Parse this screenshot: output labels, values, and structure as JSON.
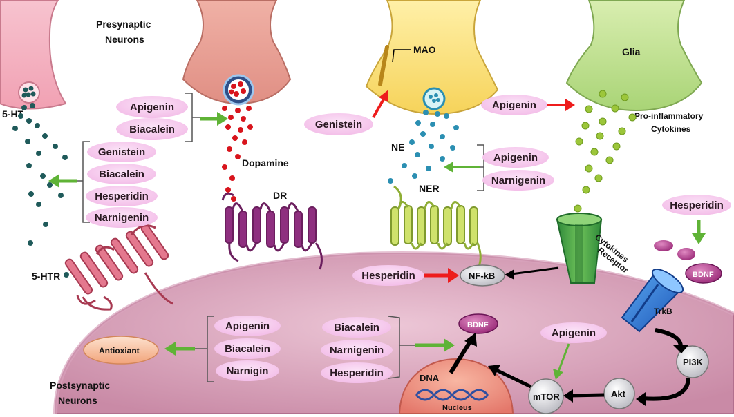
{
  "labels": {
    "presynaptic_1": "Presynaptic",
    "presynaptic_2": "Neurons",
    "glia": "Glia",
    "mao": "MAO",
    "cytokines_1": "Pro-inflammatory",
    "cytokines_2": "Cytokines",
    "ht5": "5-HT",
    "dopamine": "Dopamine",
    "ne": "NE",
    "ner": "NER",
    "dr": "DR",
    "ht5r": "5-HTR",
    "cyto_receptor_1": "Cytokines",
    "cyto_receptor_2": "Receptor",
    "trkb": "TrkB",
    "nfkb": "NF-kB",
    "bdnf_top": "BDNF",
    "bdnf_center": "BDNF",
    "pi3k": "PI3K",
    "akt": "Akt",
    "mtor": "mTOR",
    "dna": "DNA",
    "nucleus": "Nucleus",
    "antioxidant": "Antioxiant",
    "postsynaptic_1": "Postsynaptic",
    "postsynaptic_2": "Neurons"
  },
  "compounds": {
    "dopamine_group": [
      "Apigenin",
      "Biacalein"
    ],
    "serotonin_group": [
      "Genistein",
      "Biacalein",
      "Hesperidin",
      "Narnigenin"
    ],
    "mao_inhibitor": "Genistein",
    "ne_group": [
      "Apigenin",
      "Narnigenin"
    ],
    "glia_inhibitor": "Apigenin",
    "bdnf_booster": "Hesperidin",
    "nfkb_inhibitor": "Hesperidin",
    "antioxidant_group": [
      "Apigenin",
      "Biacalein",
      "Narnigin"
    ],
    "bdnf_group": [
      "Biacalein",
      "Narnigenin",
      "Hesperidin"
    ],
    "mtor_activator": "Apigenin"
  },
  "colors": {
    "pill": "#f6c8ee",
    "cell_body": "#d9a7bd",
    "green_arrow": "#5fb336",
    "red_arrow": "#ee1c1c",
    "serotonin": "#1f5a5a",
    "dopamine": "#d8141c",
    "norepinephrine": "#2b8fb2",
    "cytokine": "#9cc63a"
  }
}
